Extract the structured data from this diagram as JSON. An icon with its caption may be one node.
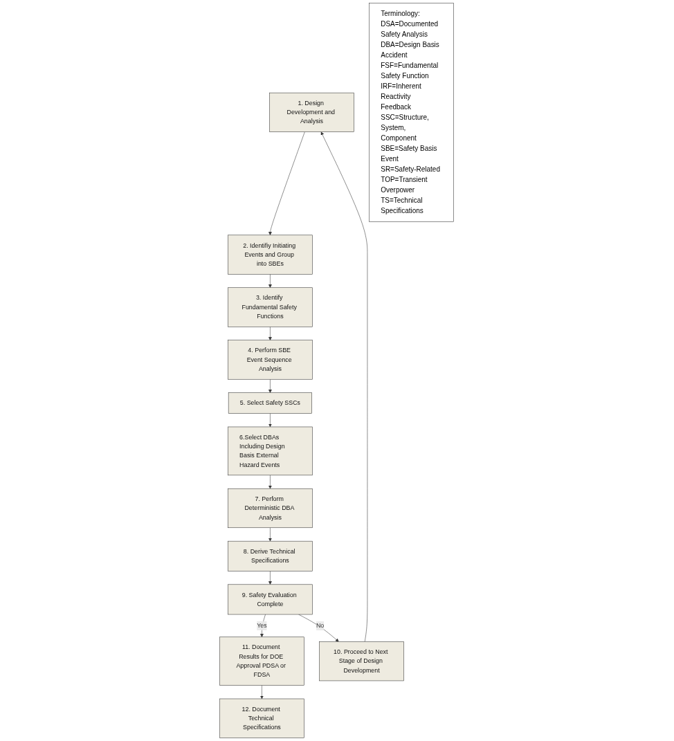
{
  "diagram": {
    "nodes": [
      {
        "text": [
          "1. Design Development and Analysis"
        ]
      },
      {
        "text": [
          "2. Identifiy Initiating Events and Group into SBEs"
        ]
      },
      {
        "text": [
          "3. Identify Fundamental Safety Functions"
        ]
      },
      {
        "text": [
          "4. Perform SBE Event Sequence Analysis"
        ]
      },
      {
        "text": [
          "5. Select Safety SSCs"
        ]
      },
      {
        "text": [
          "6.Select DBAs Including Design Basis External Hazard Events"
        ]
      },
      {
        "text": [
          "7. Perform Deterministic DBA Analysis"
        ]
      },
      {
        "text": [
          "8. Derive Technical Specifications"
        ]
      },
      {
        "text": [
          "9. Safety Evaluation Complete"
        ]
      },
      {
        "text": [
          "10. Proceed to Next Stage of Design Development"
        ]
      },
      {
        "text": [
          "11. Document Results for DOE Approval PDSA or FDSA"
        ]
      },
      {
        "text": [
          "12. Document Technical Specifications"
        ]
      },
      {
        "text": [
          "Terminology:",
          "DSA=Documented Safety Analysis",
          "DBA=Design Basis Accident",
          "FSF=Fundamental Safety Function",
          "IRF=Inherent Reactivity Feedback",
          "SSC=Structure, System, Component",
          "SBE=Safety Basis Event",
          "SR=Safety-Related",
          "TOP=Transient Overpower",
          "TS=Technical Specifications"
        ]
      }
    ],
    "edges": [
      {
        "from": 0,
        "to": 1,
        "arrow": "to"
      },
      {
        "from": 1,
        "to": 2,
        "arrow": "to"
      },
      {
        "from": 2,
        "to": 3,
        "arrow": "to"
      },
      {
        "from": 3,
        "to": 4,
        "arrow": "to"
      },
      {
        "from": 4,
        "to": 5,
        "arrow": "to"
      },
      {
        "from": 5,
        "to": 6,
        "arrow": "to"
      },
      {
        "from": 6,
        "to": 7,
        "arrow": "to"
      },
      {
        "from": 7,
        "to": 8,
        "arrow": "to"
      },
      {
        "from": 8,
        "to": 10,
        "arrow": "to",
        "label": "Yes"
      },
      {
        "from": 10,
        "to": 11,
        "arrow": "to"
      },
      {
        "from": 8,
        "to": 9,
        "arrow": "to",
        "label": "No"
      },
      {
        "from": 9,
        "to": 0,
        "arrow": "to"
      }
    ]
  }
}
